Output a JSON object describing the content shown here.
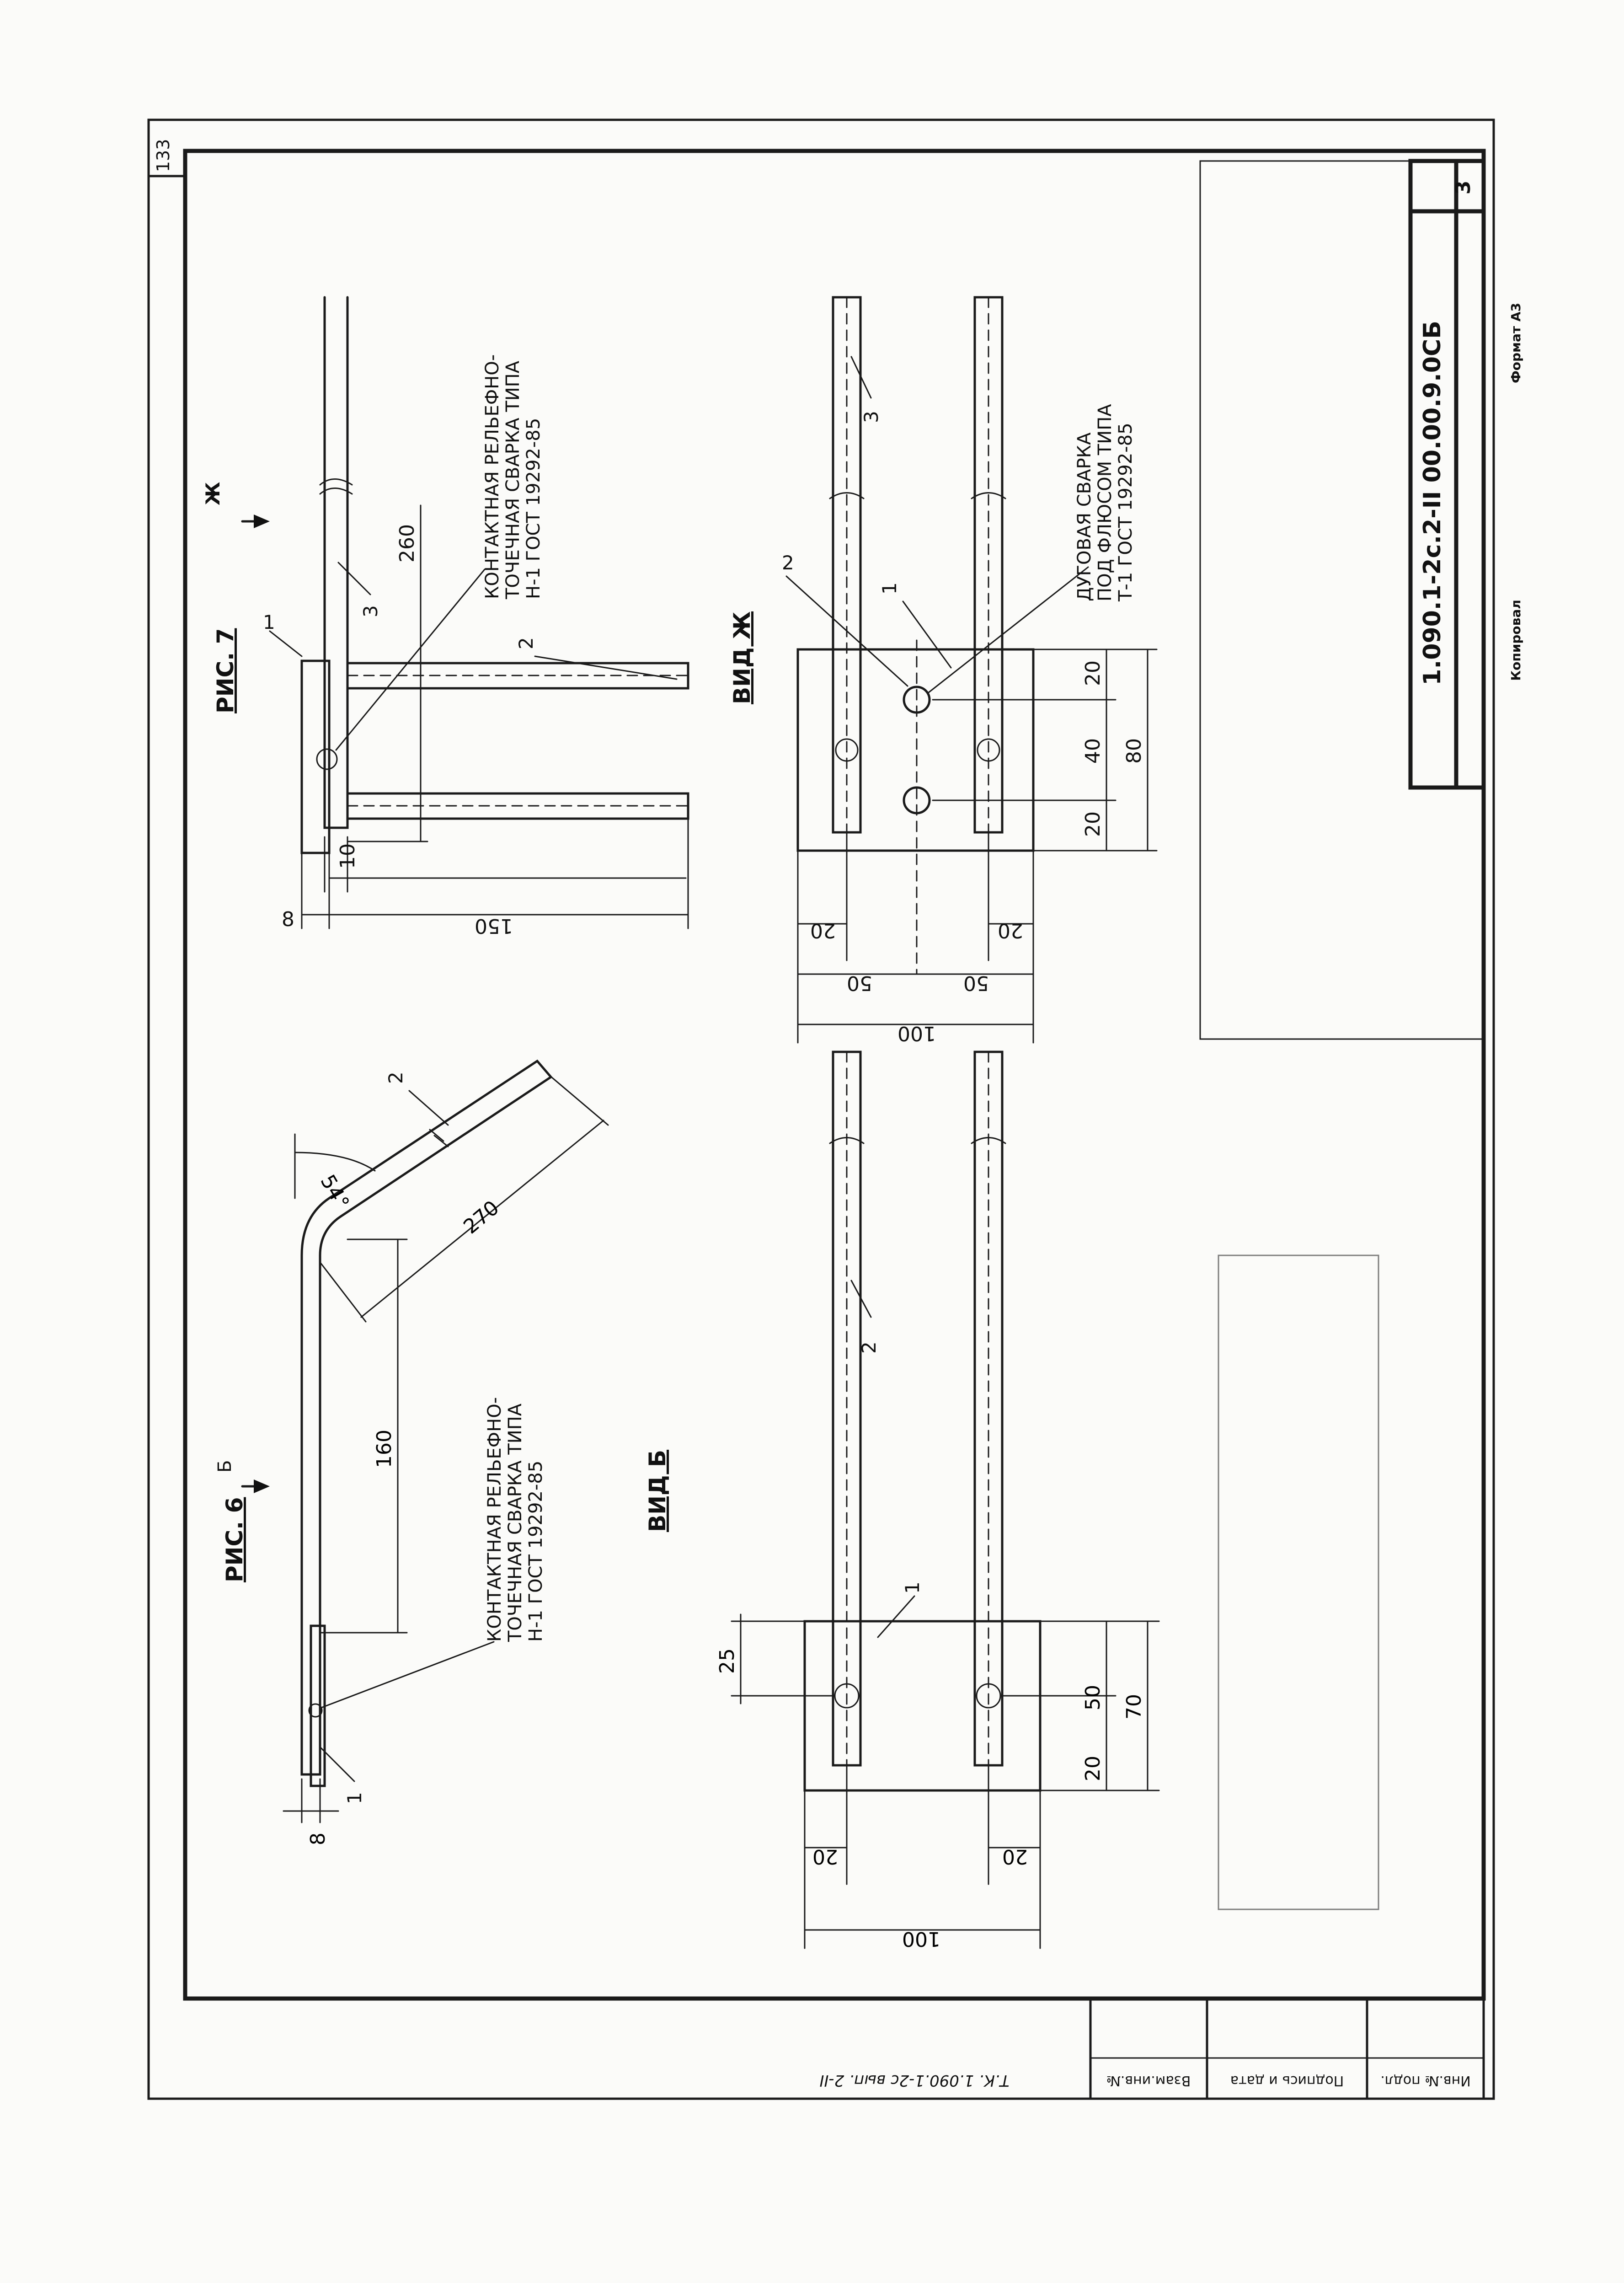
{
  "sheet": {
    "page_number": "133",
    "sheet_number": "3",
    "document_code": "1.090.1-2с.2-II 00.00.9.0СБ",
    "copied_label": "Копировал",
    "format_label": "Формат А3",
    "bottom_note": "Т.К. 1.090.1-2с вып. 2-II",
    "stamp_fields": [
      "Инв.№ подл.",
      "Подпись и дата",
      "Взам.инв.№"
    ]
  },
  "fig6": {
    "title": "РИС. 6",
    "view_arrow_label": "Б",
    "weld_note": [
      "КОНТАКТНАЯ РЕЛЬЕФНО-",
      "ТОЧЕЧНАЯ СВАРКА ТИПА",
      "Н-1  ГОСТ 19292-85"
    ],
    "dims": {
      "angle": "54°",
      "d270": "270",
      "d160": "160",
      "d8": "8"
    },
    "parts": {
      "p1": "1",
      "p2": "2"
    }
  },
  "fig7": {
    "title": "РИС. 7",
    "view_arrow_label": "Ж",
    "weld_note": [
      "КОНТАКТНАЯ РЕЛЬЕФНО-",
      "ТОЧЕЧНАЯ СВАРКА ТИПА",
      "Н-1  ГОСТ 19292-85"
    ],
    "dims": {
      "d260": "260",
      "d10": "10",
      "d150": "150",
      "d8": "8"
    },
    "parts": {
      "p1": "1",
      "p2": "2",
      "p3": "3"
    }
  },
  "viewB": {
    "title": "ВИД Б",
    "dims": {
      "d25": "25",
      "d50": "50",
      "d70": "70",
      "d20": "20",
      "d20a": "20",
      "d20b": "20",
      "d100": "100"
    },
    "parts": {
      "p1": "1",
      "p2": "2"
    }
  },
  "viewZh": {
    "title": "ВИД Ж",
    "weld_note": [
      "ДУГОВАЯ СВАРКА",
      "ПОД ФЛЮСОМ ТИПА",
      "Т-1  ГОСТ 19292-85"
    ],
    "dims": {
      "d20t": "20",
      "d40": "40",
      "d20b": "20",
      "d80": "80",
      "d20l": "20",
      "d20r": "20",
      "d50a": "50",
      "d50b": "50",
      "d100": "100"
    },
    "parts": {
      "p1": "1",
      "p2": "2",
      "p3": "3"
    }
  }
}
